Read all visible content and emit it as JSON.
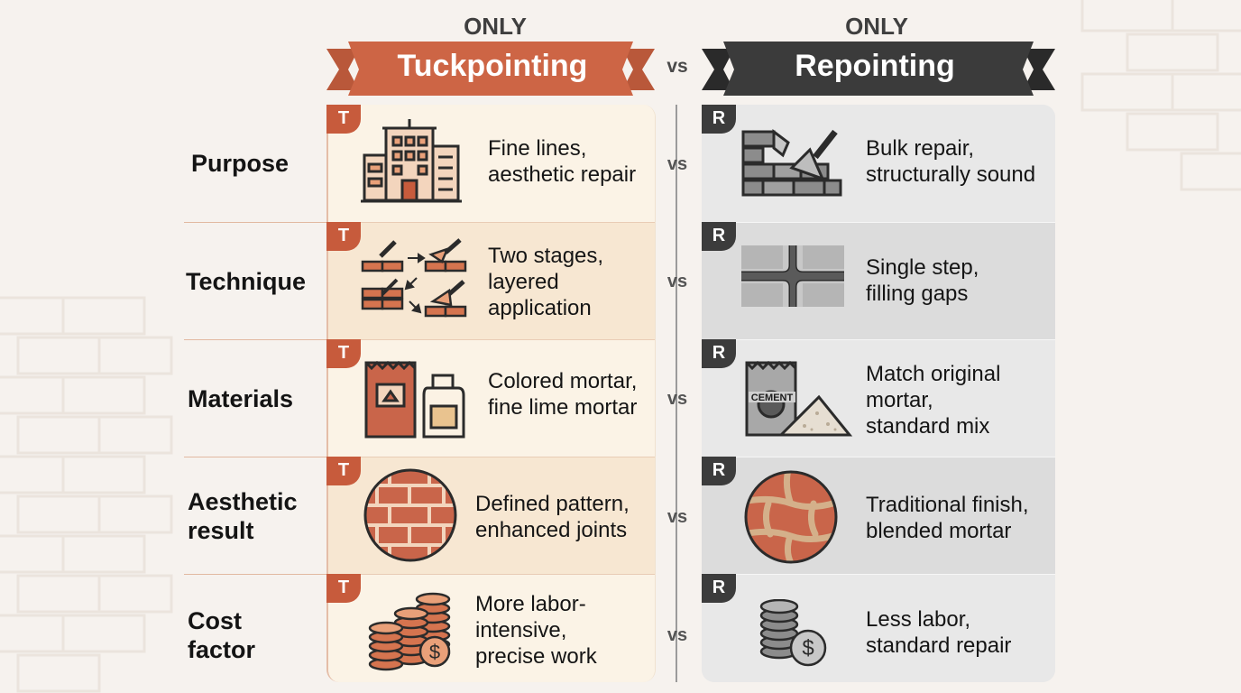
{
  "header": {
    "left_only": "ONLY",
    "right_only": "ONLY",
    "left_title": "Tuckpointing",
    "right_title": "Repointing",
    "vs": "vs"
  },
  "colors": {
    "tuckpointing_accent": "#c75b3c",
    "repointing_accent": "#3c3c3c",
    "tuck_panel": "#fbf2e4",
    "repoint_panel": "#e6e6e6"
  },
  "rows": [
    {
      "label": "Purpose",
      "vs": "vs",
      "tuck": {
        "badge": "T",
        "icon": "building-icon",
        "text_lines": [
          "Fine lines,",
          "aesthetic repair"
        ]
      },
      "repoint": {
        "badge": "R",
        "icon": "brick-wall-trowel-icon",
        "text_lines": [
          "Bulk repair,",
          "structurally sound"
        ]
      }
    },
    {
      "label": "Technique",
      "vs": "vs",
      "tuck": {
        "badge": "T",
        "icon": "two-stage-trowel-icon",
        "text_lines": [
          "Two stages,",
          "layered",
          "application"
        ]
      },
      "repoint": {
        "badge": "R",
        "icon": "mortar-joint-icon",
        "text_lines": [
          "Single step,",
          "filling gaps"
        ]
      }
    },
    {
      "label": "Materials",
      "vs": "vs",
      "tuck": {
        "badge": "T",
        "icon": "mortar-bag-jar-icon",
        "text_lines": [
          "Colored mortar,",
          "fine lime mortar"
        ]
      },
      "repoint": {
        "badge": "R",
        "icon": "cement-bag-icon",
        "cement_label": "CEMENT",
        "text_lines": [
          "Match original",
          "mortar,",
          "standard mix"
        ]
      }
    },
    {
      "label_lines": [
        "Aesthetic",
        "result"
      ],
      "vs": "vs",
      "tuck": {
        "badge": "T",
        "icon": "defined-brick-pattern-icon",
        "text_lines": [
          "Defined pattern,",
          "enhanced joints"
        ]
      },
      "repoint": {
        "badge": "R",
        "icon": "blended-brick-pattern-icon",
        "text_lines": [
          "Traditional finish,",
          "blended mortar"
        ]
      }
    },
    {
      "label_lines": [
        "Cost",
        "factor"
      ],
      "vs": "vs",
      "tuck": {
        "badge": "T",
        "icon": "coin-stacks-dollar-icon",
        "dollar": "$",
        "text_lines": [
          "More labor-",
          "intensive,",
          "precise work"
        ]
      },
      "repoint": {
        "badge": "R",
        "icon": "coin-stack-dollar-icon",
        "dollar": "$",
        "text_lines": [
          "Less labor,",
          "standard repair"
        ]
      }
    }
  ]
}
